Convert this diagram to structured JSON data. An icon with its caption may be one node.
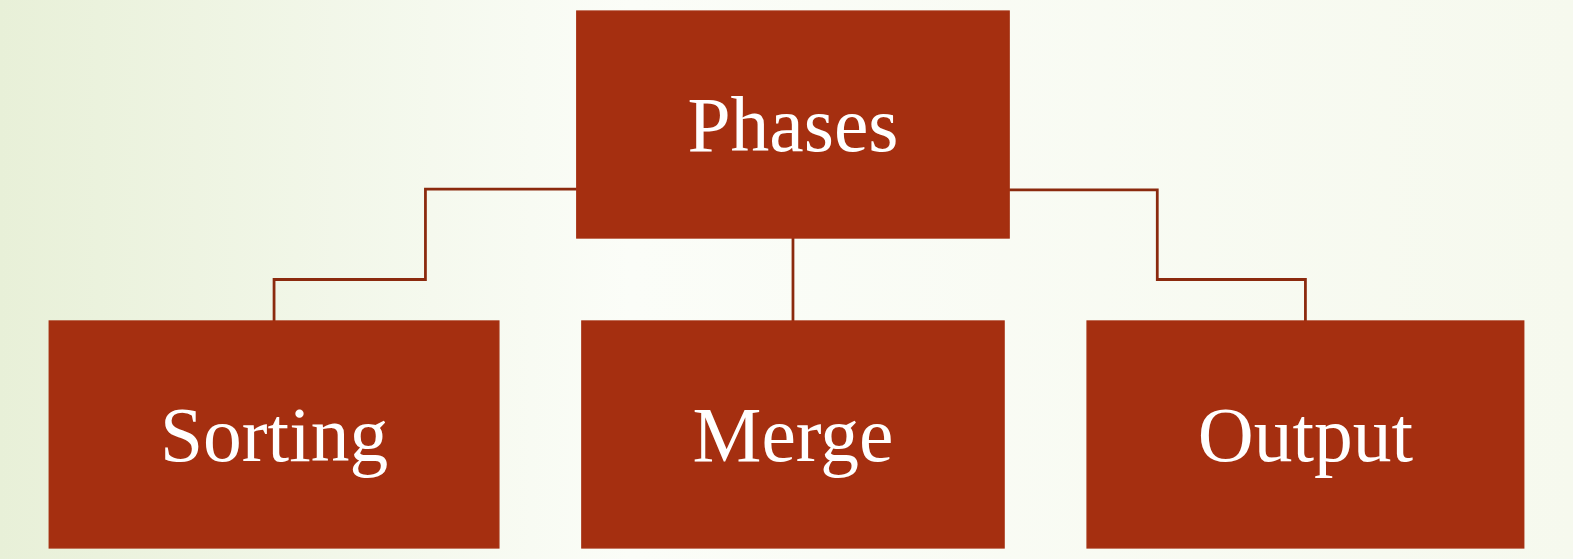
{
  "diagram": {
    "nodes": [
      {
        "text": [
          "Phases"
        ]
      },
      {
        "text": [
          "Sorting"
        ]
      },
      {
        "text": [
          "Merge"
        ]
      },
      {
        "text": [
          "Output"
        ]
      }
    ],
    "edges": [
      {
        "from": 0,
        "to": 1,
        "arrow": "none"
      },
      {
        "from": 0,
        "to": 2,
        "arrow": "none"
      },
      {
        "from": 0,
        "to": 3,
        "arrow": "none"
      }
    ]
  }
}
